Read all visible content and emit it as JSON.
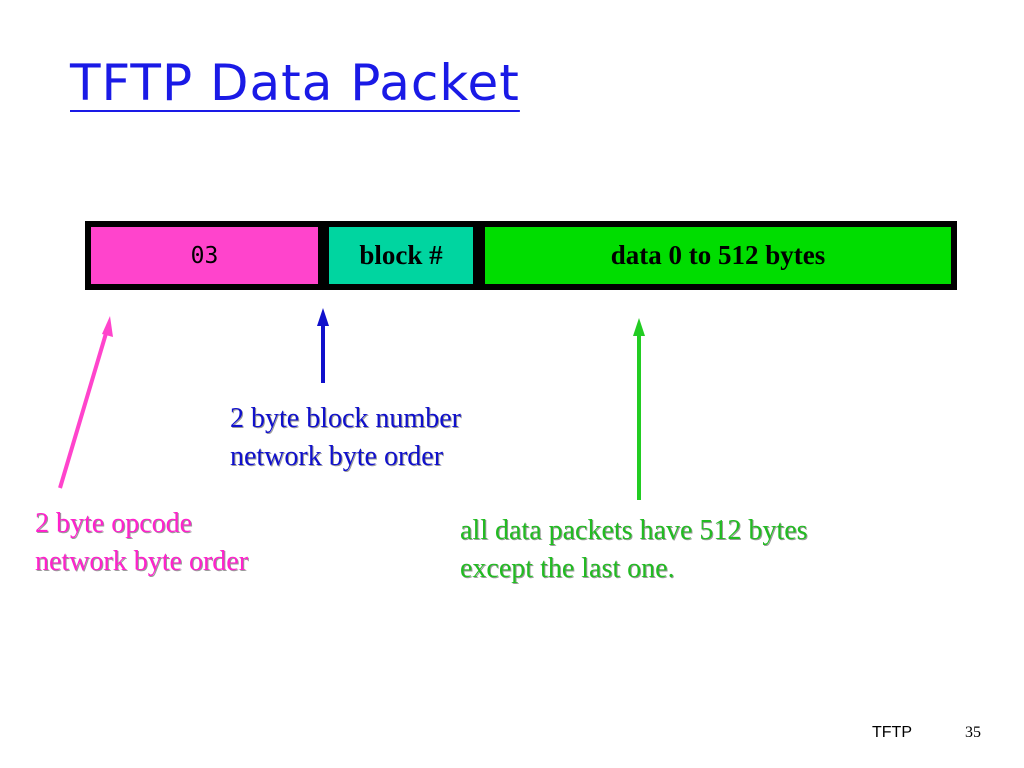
{
  "slide": {
    "title": "TFTP Data Packet",
    "packet": {
      "opcode": "03",
      "block": "block #",
      "data": "data  0 to 512 bytes"
    },
    "notes": {
      "block": [
        "2 byte block number",
        "network byte order"
      ],
      "opcode": [
        "2 byte opcode",
        "network byte order"
      ],
      "data": [
        "all data packets have 512 bytes",
        "except the last one."
      ]
    },
    "footer": {
      "label": "TFTP",
      "page": "35"
    },
    "colors": {
      "title": "#1a1ae6",
      "opcode_field": "#ff44cc",
      "block_field": "#00d5a0",
      "data_field": "#00dd00",
      "block_note": "#1010cc",
      "opcode_note": "#ff22cc",
      "data_note": "#22bb22"
    }
  }
}
